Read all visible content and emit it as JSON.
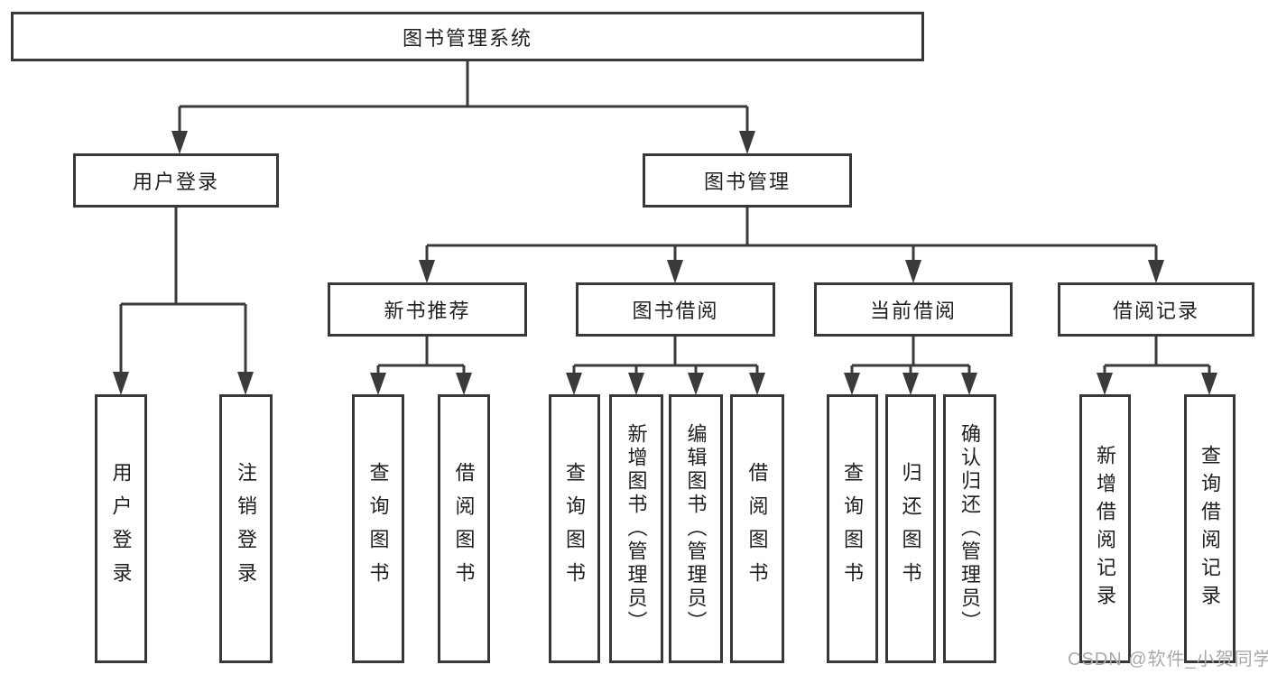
{
  "diagram": {
    "root": {
      "label": "图书管理系统"
    },
    "level2": [
      {
        "label": "用户登录"
      },
      {
        "label": "图书管理"
      }
    ],
    "level3": [
      {
        "label": "新书推荐"
      },
      {
        "label": "图书借阅"
      },
      {
        "label": "当前借阅"
      },
      {
        "label": "借阅记录"
      }
    ],
    "level4": [
      {
        "label": "用户登录"
      },
      {
        "label": "注销登录"
      },
      {
        "label": "查询图书"
      },
      {
        "label": "借阅图书"
      },
      {
        "label": "查询图书"
      },
      {
        "label": "新增图书（管理员）"
      },
      {
        "label": "编辑图书（管理员）"
      },
      {
        "label": "借阅图书"
      },
      {
        "label": "查询图书"
      },
      {
        "label": "归还图书"
      },
      {
        "label": "确认归还（管理员）"
      },
      {
        "label": "新增借阅记录"
      },
      {
        "label": "查询借阅记录"
      }
    ],
    "watermark": "CSDN @软件_小贺同学",
    "colors": {
      "line": "#3a3a3a",
      "box_border": "#383838",
      "text": "#1f1f1f",
      "watermark": "#a9a9a9",
      "background": "#ffffff"
    }
  }
}
